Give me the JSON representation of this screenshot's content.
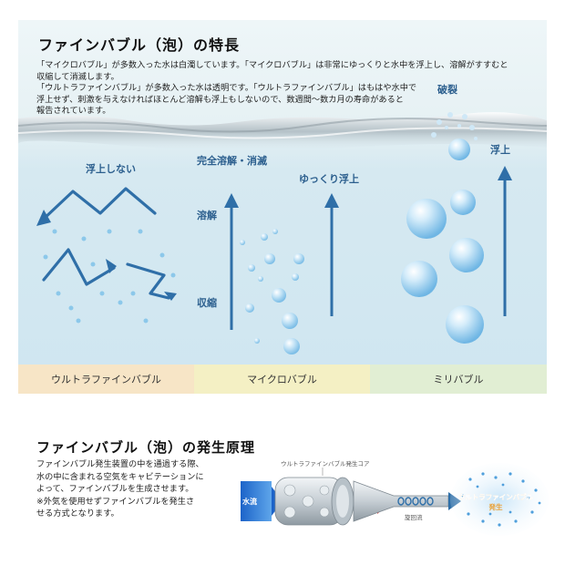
{
  "section1": {
    "title": "ファインバブル（泡）の特長",
    "description": [
      "「マイクロバブル」が多数入った水は白濁しています。「マイクロバブル」は非常にゆっくりと水中を浮上し、溶解がすすむと",
      "収縮して消滅します。",
      "「ウルトラファインバブル」が多数入った水は透明です。「ウルトラファインバブル」はもはや水中で",
      "浮上せず、刺激を与えなければほとんど溶解も浮上もしないので、数週間～数カ月の寿命があると",
      "報告されています。"
    ],
    "labels": {
      "not_rising": "浮上しない",
      "complete_dissolution": "完全溶解・消滅",
      "dissolution": "溶解",
      "shrink": "収縮",
      "slow_rise": "ゆっくり浮上",
      "burst": "破裂",
      "rise": "浮上"
    },
    "categories": [
      "ウルトラファインバブル",
      "マイクロバブル",
      "ミリバブル"
    ]
  },
  "section2": {
    "title": "ファインバブル（泡）の発生原理",
    "description": [
      "ファインバブル発生装置の中を通過する際、",
      "水の中に含まれる空気をキャビテーションに",
      "よって、ファインバブルを生成させます。",
      "※外気を使用せずファインバブルを発生さ",
      "せる方式となります。"
    ],
    "diagram": {
      "core_label": "ウルトラファインバブル発生コア",
      "inlet_label": "水流",
      "swirl_label": "旋回流",
      "output_label": [
        "ウルトラファインバブル",
        "発生"
      ]
    }
  },
  "colors": {
    "arrow": "#2f6fa8",
    "label": "#2c5f8e",
    "bubble": "#8cc8ea",
    "orange": "#e8a23a"
  }
}
